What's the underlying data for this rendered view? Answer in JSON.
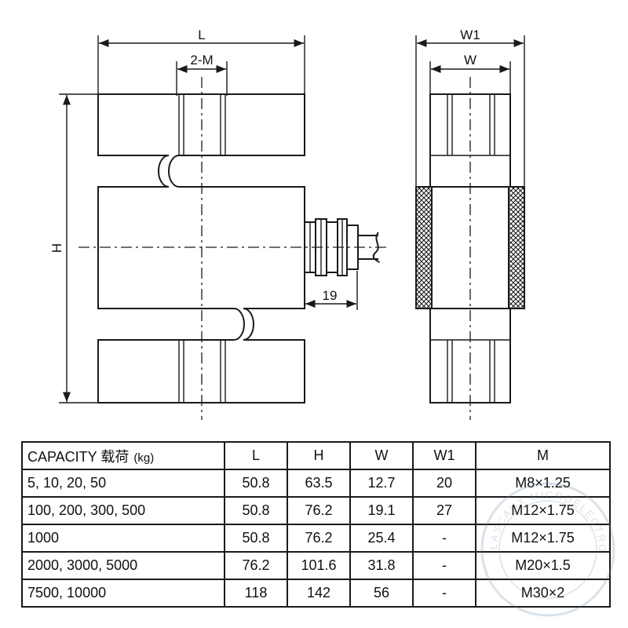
{
  "drawing": {
    "labels": {
      "L": "L",
      "two_M": "2-M",
      "H": "H",
      "W1": "W1",
      "W": "W",
      "dim_19": "19"
    }
  },
  "table": {
    "headers": {
      "capacity": "CAPACITY 载荷",
      "capacity_unit": "(kg)",
      "L": "L",
      "H": "H",
      "W": "W",
      "W1": "W1",
      "M": "M"
    },
    "rows": [
      {
        "capacity": "5, 10, 20, 50",
        "L": "50.8",
        "H": "63.5",
        "W": "12.7",
        "W1": "20",
        "M": "M8×1.25"
      },
      {
        "capacity": "100, 200, 300, 500",
        "L": "50.8",
        "H": "76.2",
        "W": "19.1",
        "W1": "27",
        "M": "M12×1.75"
      },
      {
        "capacity": "1000",
        "L": "50.8",
        "H": "76.2",
        "W": "25.4",
        "W1": "-",
        "M": "M12×1.75"
      },
      {
        "capacity": "2000, 3000, 5000",
        "L": "76.2",
        "H": "101.6",
        "W": "31.8",
        "W1": "-",
        "M": "M20×1.5"
      },
      {
        "capacity": "7500, 10000",
        "L": "118",
        "H": "142",
        "W": "56",
        "W1": "-",
        "M": "M30×2"
      }
    ]
  },
  "watermark": {
    "text": "LASCAUX MICROELECTRONIC"
  }
}
